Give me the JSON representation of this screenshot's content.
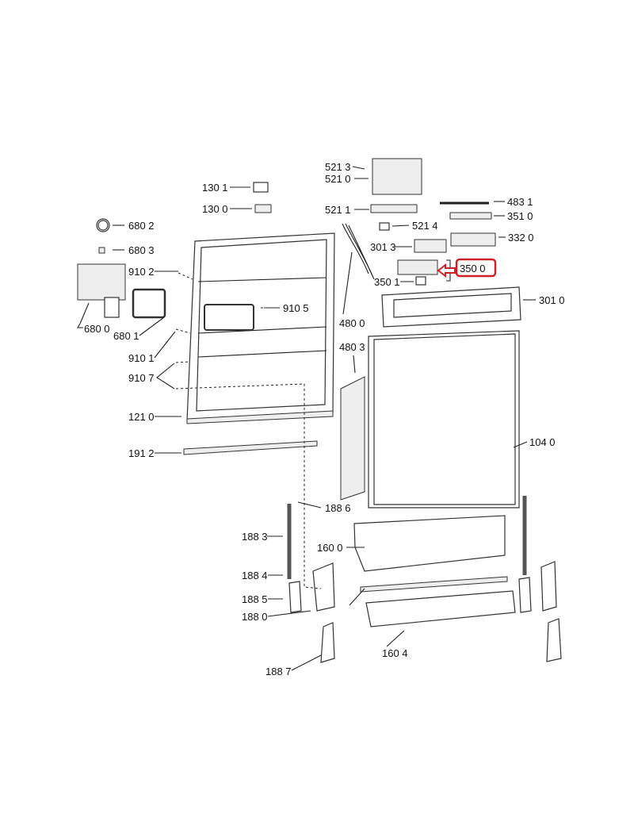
{
  "diagram": {
    "highlighted_part": "350 0",
    "highlight_color": "#d0202a",
    "labels": [
      "521 3",
      "521 0",
      "130 1",
      "130 0",
      "521 1",
      "483 1",
      "351 0",
      "680 2",
      "521 4",
      "332 0",
      "680 3",
      "301 3",
      "910 2",
      "350 0",
      "350 1",
      "910 5",
      "301 0",
      "480 0",
      "680 0",
      "680 1",
      "910 1",
      "480 3",
      "910 7",
      "121 0",
      "191 2",
      "104 0",
      "188 6",
      "188 3",
      "160 0",
      "188 4",
      "188 5",
      "188 0",
      "160 4",
      "188 7"
    ]
  }
}
